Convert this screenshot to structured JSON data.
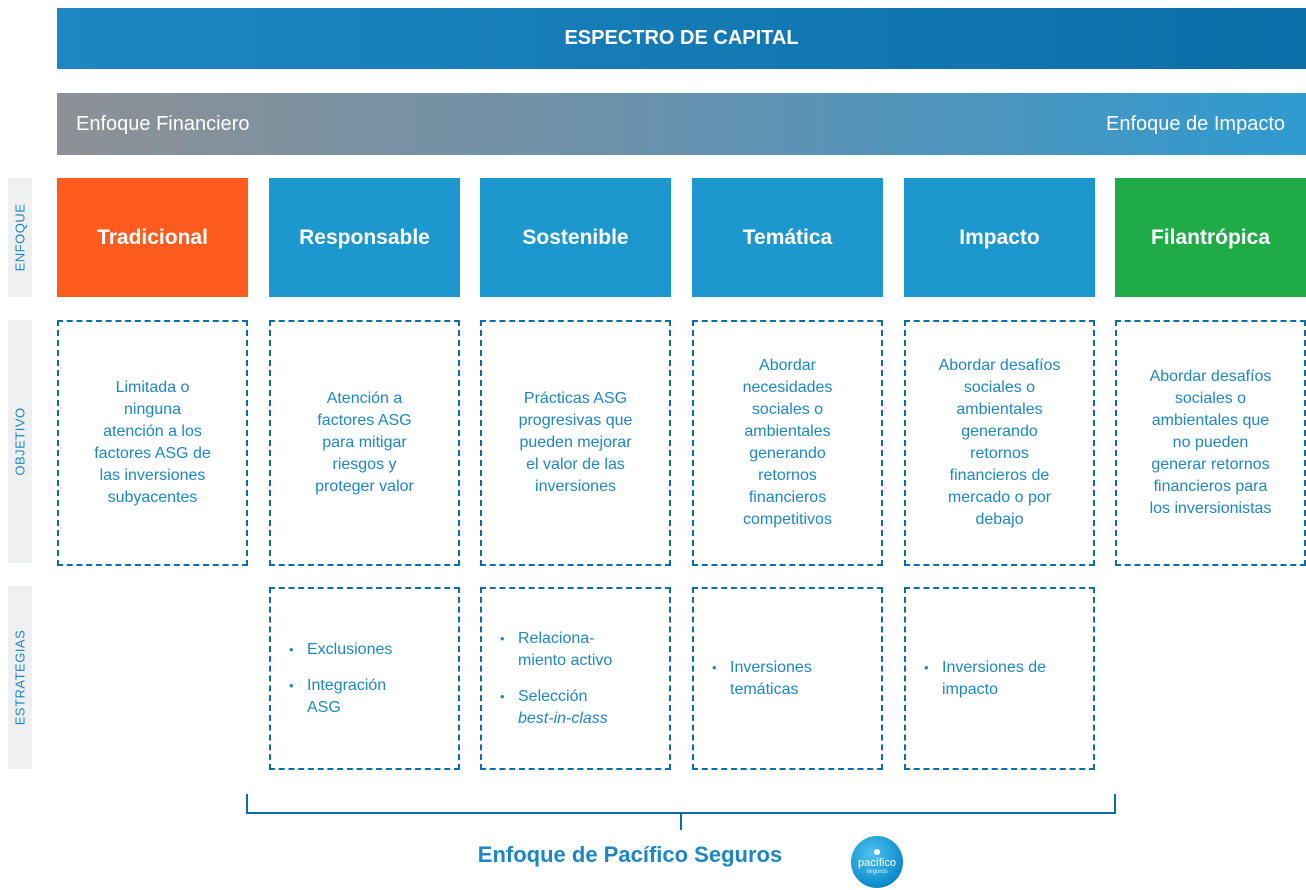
{
  "title": "ESPECTRO DE CAPITAL",
  "spectrum": {
    "left": "Enfoque Financiero",
    "right": "Enfoque de Impacto"
  },
  "row_labels": {
    "enfoque": "ENFOQUE",
    "objetivo": "OBJETIVO",
    "estrategias": "ESTRATEGIAS"
  },
  "colors": {
    "orange": "#fe5c1f",
    "blue": "#1d98cf",
    "green": "#1fab47",
    "dark_blue": "#0b6ea7"
  },
  "columns": [
    {
      "name": "Tradicional",
      "color": "orange",
      "objetivo": [
        "Limitada o",
        "ninguna",
        "atención  a los",
        "factores ASG de",
        "las inversiones",
        "subyacentes"
      ]
    },
    {
      "name": "Responsable",
      "color": "blue",
      "objetivo": [
        "Atención  a",
        "factores ASG",
        "para mitigar",
        "riesgos y",
        "proteger valor"
      ],
      "estrategias": [
        [
          "Exclusiones"
        ],
        [
          "Integración",
          "ASG"
        ]
      ]
    },
    {
      "name": "Sostenible",
      "color": "blue",
      "objetivo": [
        "Prácticas ASG",
        "progresivas que",
        "pueden mejorar",
        "el valor de las",
        "inversiones"
      ],
      "estrategias": [
        [
          "Relaciona-",
          "miento activo"
        ],
        [
          "Selección",
          "best-in-class"
        ]
      ]
    },
    {
      "name": "Temática",
      "color": "blue",
      "objetivo": [
        "Abordar",
        "necesidades",
        "sociales o",
        "ambientales",
        "generando",
        "retornos",
        "financieros",
        "competitivos"
      ],
      "estrategias": [
        [
          "Inversiones",
          "temáticas"
        ]
      ]
    },
    {
      "name": "Impacto",
      "color": "blue",
      "objetivo": [
        "Abordar desafíos",
        "sociales o",
        "ambientales",
        "generando",
        "retornos",
        "financieros de",
        "mercado o por",
        "debajo"
      ],
      "estrategias": [
        [
          "Inversiones de",
          "impacto"
        ]
      ]
    },
    {
      "name": "Filantrópica",
      "color": "green",
      "objetivo": [
        "Abordar desafíos",
        "sociales o",
        "ambientales que",
        "no pueden",
        "generar retornos",
        "financieros para",
        "los inversionistas"
      ]
    }
  ],
  "bullet": "•",
  "footer": "Enfoque de Pacífico Seguros",
  "logo": {
    "text": "pacífico",
    "subtext": "seguros"
  }
}
